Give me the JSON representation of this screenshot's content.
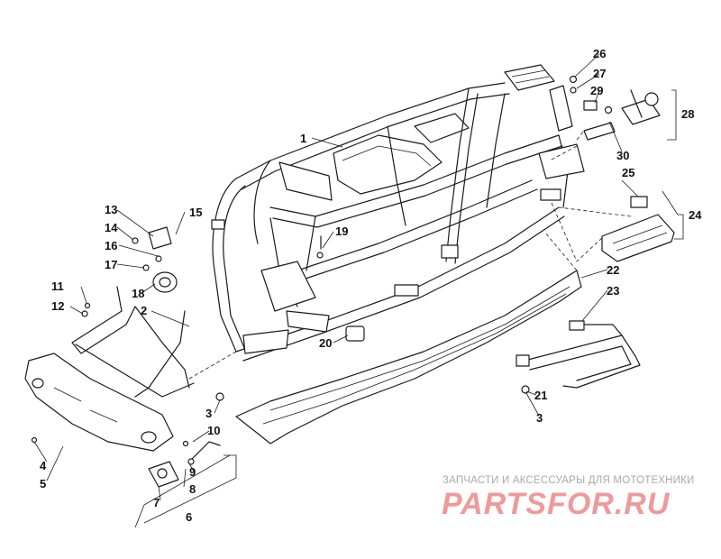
{
  "callouts": [
    "1",
    "2",
    "3",
    "3",
    "4",
    "5",
    "6",
    "7",
    "8",
    "9",
    "10",
    "11",
    "12",
    "13",
    "14",
    "15",
    "16",
    "17",
    "18",
    "19",
    "20",
    "21",
    "22",
    "23",
    "24",
    "25",
    "26",
    "27",
    "28",
    "29",
    "30"
  ],
  "watermark": {
    "caption": "ЗАПЧАСТИ И АКСЕССУАРЫ ДЛЯ МОТОТЕХНИКИ",
    "logo_text": "PARTSFOR.RU",
    "logo_color": "#ef9a9a",
    "caption_color": "#a9a9a9"
  }
}
